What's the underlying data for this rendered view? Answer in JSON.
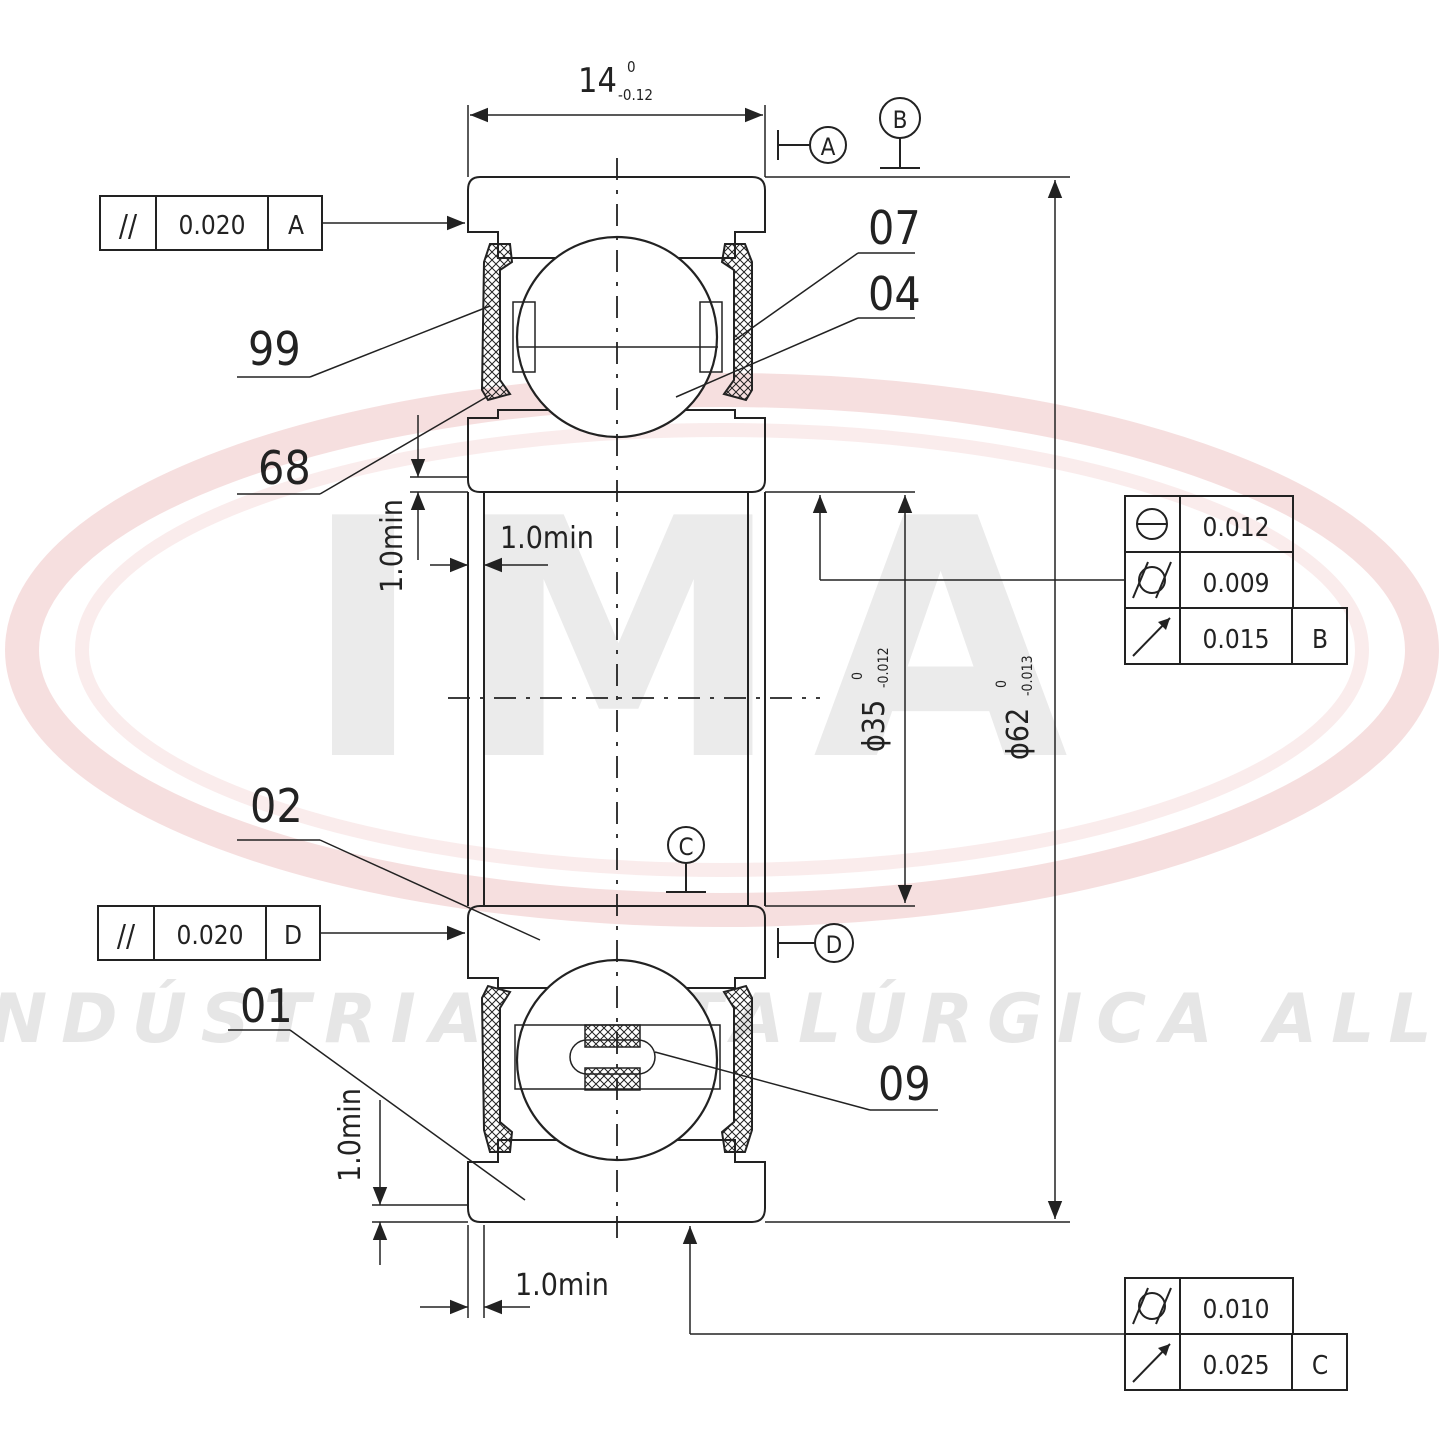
{
  "watermark": {
    "logo_text": "IMA",
    "company_name": "INDÚSTRIA METALÚRGICA ALLI",
    "ring_color": "#e8a0a0",
    "letter_color": "#ebebeb",
    "name_color": "#e6e6e6"
  },
  "width_dimension": {
    "nominal": "14",
    "upper": "0",
    "lower": "-0.12"
  },
  "bore_dimension": {
    "nominal": "ϕ35",
    "upper": "0",
    "lower": "-0.012"
  },
  "outer_dimension": {
    "nominal": "ϕ62",
    "upper": "0",
    "lower": "-0.013"
  },
  "datums": {
    "a": "A",
    "b": "B",
    "c": "C",
    "d": "D"
  },
  "part_labels": {
    "p07": "07",
    "p04": "04",
    "p99": "99",
    "p68": "68",
    "p02": "02",
    "p01": "01",
    "p09": "09"
  },
  "chamfers": {
    "top_vertical": "1.0min",
    "top_horizontal": "1.0min",
    "bottom_vertical": "1.0min",
    "bottom_horizontal": "1.0min"
  },
  "tolerance_frames": {
    "top_parallelism": {
      "symbol": "//",
      "value": "0.020",
      "datum": "A"
    },
    "bottom_parallelism": {
      "symbol": "//",
      "value": "0.020",
      "datum": "D"
    },
    "bore_roundness": {
      "symbol": "circularity",
      "value": "0.012"
    },
    "bore_cylindricity": {
      "symbol": "cylindricity",
      "value": "0.009"
    },
    "bore_runout": {
      "symbol": "circular-runout",
      "value": "0.015",
      "datum": "B"
    },
    "outer_cylindricity": {
      "symbol": "cylindricity",
      "value": "0.010"
    },
    "outer_runout": {
      "symbol": "circular-runout",
      "value": "0.025",
      "datum": "C"
    }
  }
}
